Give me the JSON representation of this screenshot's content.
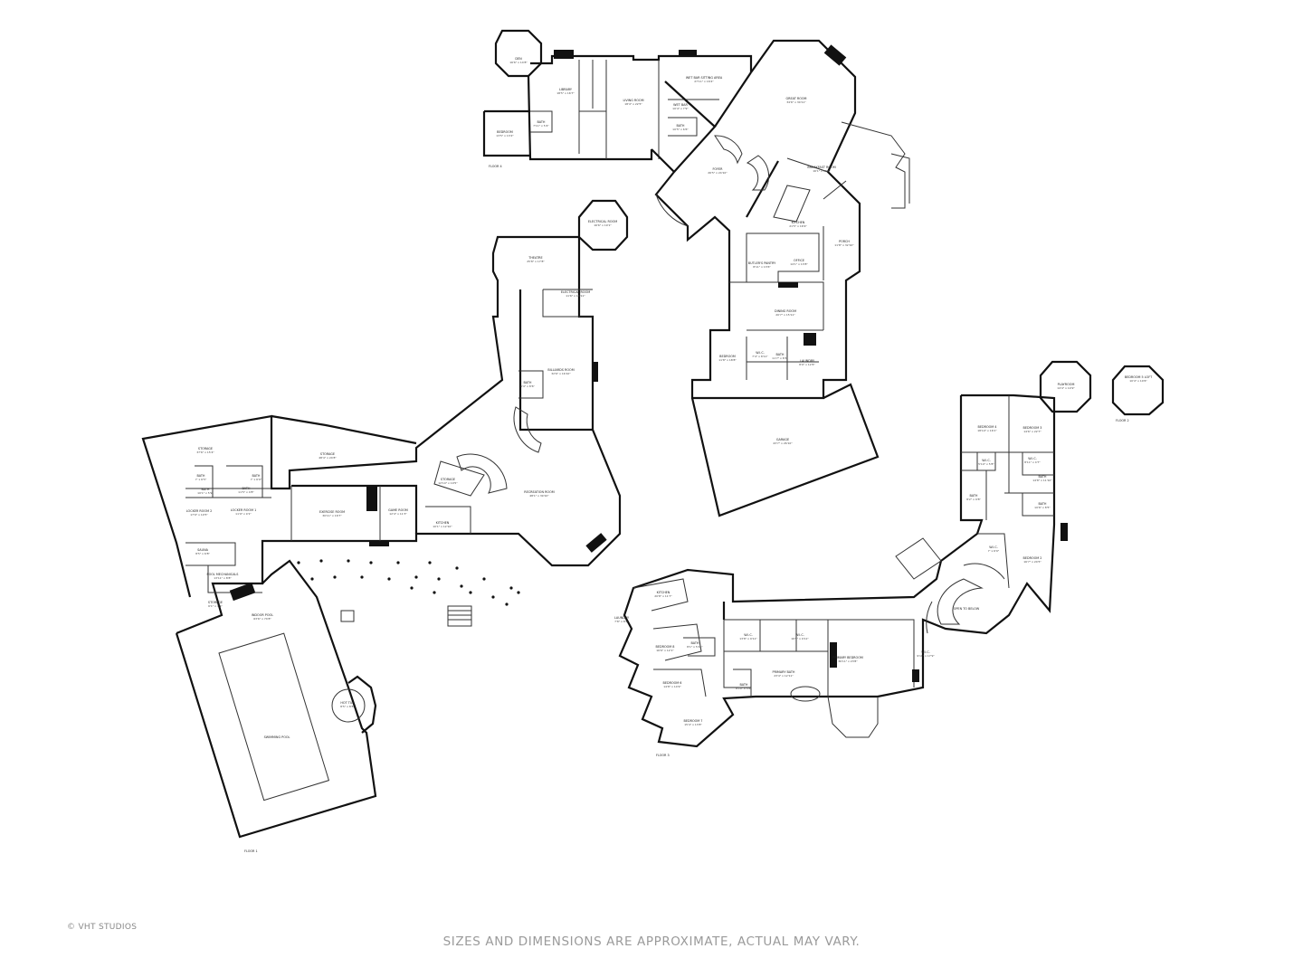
{
  "floors": {
    "floor_1": "FLOOR 1",
    "floor_2": "FLOOR 2",
    "floor_3": "FLOOR 3",
    "floor_4": "FLOOR 4"
  },
  "rooms": {
    "den": {
      "name": "DEN",
      "dim": "16'6\" x 14'8\""
    },
    "library": {
      "name": "LIBRARY",
      "dim": "18'5\" x 16'7\""
    },
    "living_room": {
      "name": "LIVING ROOM",
      "dim": "18'4\" x 22'5\""
    },
    "wet_bar_sitting": {
      "name": "WET BAR SITTING AREA",
      "dim": "27'11\" x 16'4\""
    },
    "wet_bar": {
      "name": "WET BAR",
      "dim": "10'4\" x 7'9\""
    },
    "bath_f4a": {
      "name": "BATH",
      "dim": "7'11\" x 5'4\""
    },
    "bath_f4b": {
      "name": "BATH",
      "dim": "10'5\" x 6'6\""
    },
    "bedroom_f4": {
      "name": "BEDROOM",
      "dim": "13'5\" x 13'2\""
    },
    "foyer": {
      "name": "FOYER",
      "dim": "26'5\" x 24'10\""
    },
    "great_room": {
      "name": "GREAT ROOM",
      "dim": "34'6\" x 30'11\""
    },
    "breakfast_room": {
      "name": "BREAKFAST ROOM",
      "dim": "16'1\" x 13'6\""
    },
    "kitchen_main": {
      "name": "KITCHEN",
      "dim": "21'5\" x 16'9\""
    },
    "porch": {
      "name": "PORCH",
      "dim": "11'8\" x 32'10\""
    },
    "office": {
      "name": "OFFICE",
      "dim": "14'1\" x 13'8\""
    },
    "butlers_pantry": {
      "name": "BUTLER'S PANTRY",
      "dim": "8'11\" x 13'6\""
    },
    "dining_room": {
      "name": "DINING ROOM",
      "dim": "20'7\" x 15'11\""
    },
    "bedroom_main": {
      "name": "BEDROOM",
      "dim": "11'8\" x 18'8\""
    },
    "wic_main": {
      "name": "W.I.C.",
      "dim": "7'4\" x 8'11\""
    },
    "bath_main": {
      "name": "BATH",
      "dim": "11'7\" x 8'3\""
    },
    "laundry": {
      "name": "LAUNDRY",
      "dim": "8'9\" x 12'6\""
    },
    "garage": {
      "name": "GARAGE",
      "dim": "43'7\" x 26'10\""
    },
    "electrical_room_a": {
      "name": "ELECTRICAL ROOM",
      "dim": "16'6\" x 19'1\""
    },
    "theatre": {
      "name": "THEATRE",
      "dim": "25'8\" x 17'8\""
    },
    "electrical_room_b": {
      "name": "ELECTRICAL ROOM",
      "dim": "11'6\" x 10'11\""
    },
    "billiards_room": {
      "name": "BILLIARDS ROOM",
      "dim": "32'6\" x 16'10\""
    },
    "bath_f1": {
      "name": "BATH",
      "dim": "6'4\" x 8'6\""
    },
    "storage_a": {
      "name": "STORAGE",
      "dim": "37'6\" x 15'4\""
    },
    "storage_b": {
      "name": "STORAGE",
      "dim": "48'4\" x 24'8\""
    },
    "storage_c": {
      "name": "STORAGE",
      "dim": "12'10\" x 10'5\""
    },
    "recreation_room": {
      "name": "RECREATION ROOM",
      "dim": "48'1\" x 39'10\""
    },
    "exercise_room": {
      "name": "EXERCISE ROOM",
      "dim": "30'11\" x 16'7\""
    },
    "game_room": {
      "name": "GAME ROOM",
      "dim": "12'4\" x 11'3\""
    },
    "kitchen_f1": {
      "name": "KITCHEN",
      "dim": "10'1\" x 12'10\""
    },
    "locker_room_2": {
      "name": "LOCKER ROOM 2",
      "dim": "17'9\" x 10'5\""
    },
    "locker_room_1": {
      "name": "LOCKER ROOM 1",
      "dim": "11'9\" x 9'1\""
    },
    "bath_f1b": {
      "name": "BATH",
      "dim": "10'1\" x 5'9\""
    },
    "bath_f1c": {
      "name": "BATH",
      "dim": "11'5\" x 4'8\""
    },
    "sauna": {
      "name": "SAUNA",
      "dim": "8'5\" x 6'8\""
    },
    "bath_f1d": {
      "name": "BATH",
      "dim": "7' x 6'5\""
    },
    "bath_f1e": {
      "name": "BATH",
      "dim": "7' x 6'9\""
    },
    "pool_mechanicals": {
      "name": "POOL MECHANICALS",
      "dim": "13'11\" x 8'8\""
    },
    "storage_d": {
      "name": "STORAGE",
      "dim": "6'1\" x 4'4\""
    },
    "indoor_pool": {
      "name": "INDOOR POOL",
      "dim": "63'6\" x 74'8\""
    },
    "swimming_pool": {
      "name": "SWIMMING POOL",
      "dim": ""
    },
    "hot_tub": {
      "name": "HOT TUB",
      "dim": "8'5\" x 8'8\""
    },
    "playroom": {
      "name": "PLAYROOM",
      "dim": "14'4\" x 14'9\""
    },
    "bedroom5_loft": {
      "name": "BEDROOM 5 LOFT",
      "dim": "10'4\" x 10'6\""
    },
    "bedroom4": {
      "name": "BEDROOM 4",
      "dim": "18'10\" x 16'1\""
    },
    "bedroom3": {
      "name": "BEDROOM 3",
      "dim": "14'6\" x 22'7\""
    },
    "wic_b4": {
      "name": "W.I.C.",
      "dim": "5'10\" x 5'8\""
    },
    "wic_b3": {
      "name": "W.I.C.",
      "dim": "8'11\" x 4'7\""
    },
    "bath_b3": {
      "name": "BATH",
      "dim": "14'8\" x 11'10\""
    },
    "bath_b4": {
      "name": "BATH",
      "dim": "8'2\" x 9'8\""
    },
    "bath_b2": {
      "name": "BATH",
      "dim": "10'6\" x 8'5\""
    },
    "wic_b2": {
      "name": "W.I.C.",
      "dim": "7' x 6'9\""
    },
    "bedroom2": {
      "name": "BEDROOM 2",
      "dim": "16'7\" x 24'5\""
    },
    "open_to_below": {
      "name": "OPEN TO BELOW",
      "dim": ""
    },
    "kitchen_f3": {
      "name": "KITCHEN",
      "dim": "20'8\" x 11'7\""
    },
    "laundry_f3": {
      "name": "LAUNDRY",
      "dim": "7'8\" x 8'8\""
    },
    "bedroom8": {
      "name": "BEDROOM 8",
      "dim": "16'6\" x 12'1\""
    },
    "bath_f3a": {
      "name": "BATH",
      "dim": "8'1\" x 5'11\""
    },
    "bedroom6": {
      "name": "BEDROOM 6",
      "dim": "14'8\" x 14'9\""
    },
    "bedroom7": {
      "name": "BEDROOM 7",
      "dim": "15'4\" x 13'8\""
    },
    "wic_p1": {
      "name": "W.I.C.",
      "dim": "13'8\" x 9'11\""
    },
    "wic_p2": {
      "name": "W.I.C.",
      "dim": "16'5\" x 9'11\""
    },
    "primary_bedroom": {
      "name": "PRIMARY BEDROOM",
      "dim": "36'11\" x 23'8\""
    },
    "primary_bath": {
      "name": "PRIMARY BATH",
      "dim": "23'4\" x 12'11\""
    },
    "bath_f3b": {
      "name": "BATH",
      "dim": "8'10\" x 5'6\""
    },
    "wic_p3": {
      "name": "W.I.C.",
      "dim": "9'11\" x 17'9\""
    }
  },
  "footer": {
    "copyright": "© VHT STUDIOS",
    "disclaimer": "SIZES AND DIMENSIONS ARE APPROXIMATE, ACTUAL MAY VARY."
  }
}
